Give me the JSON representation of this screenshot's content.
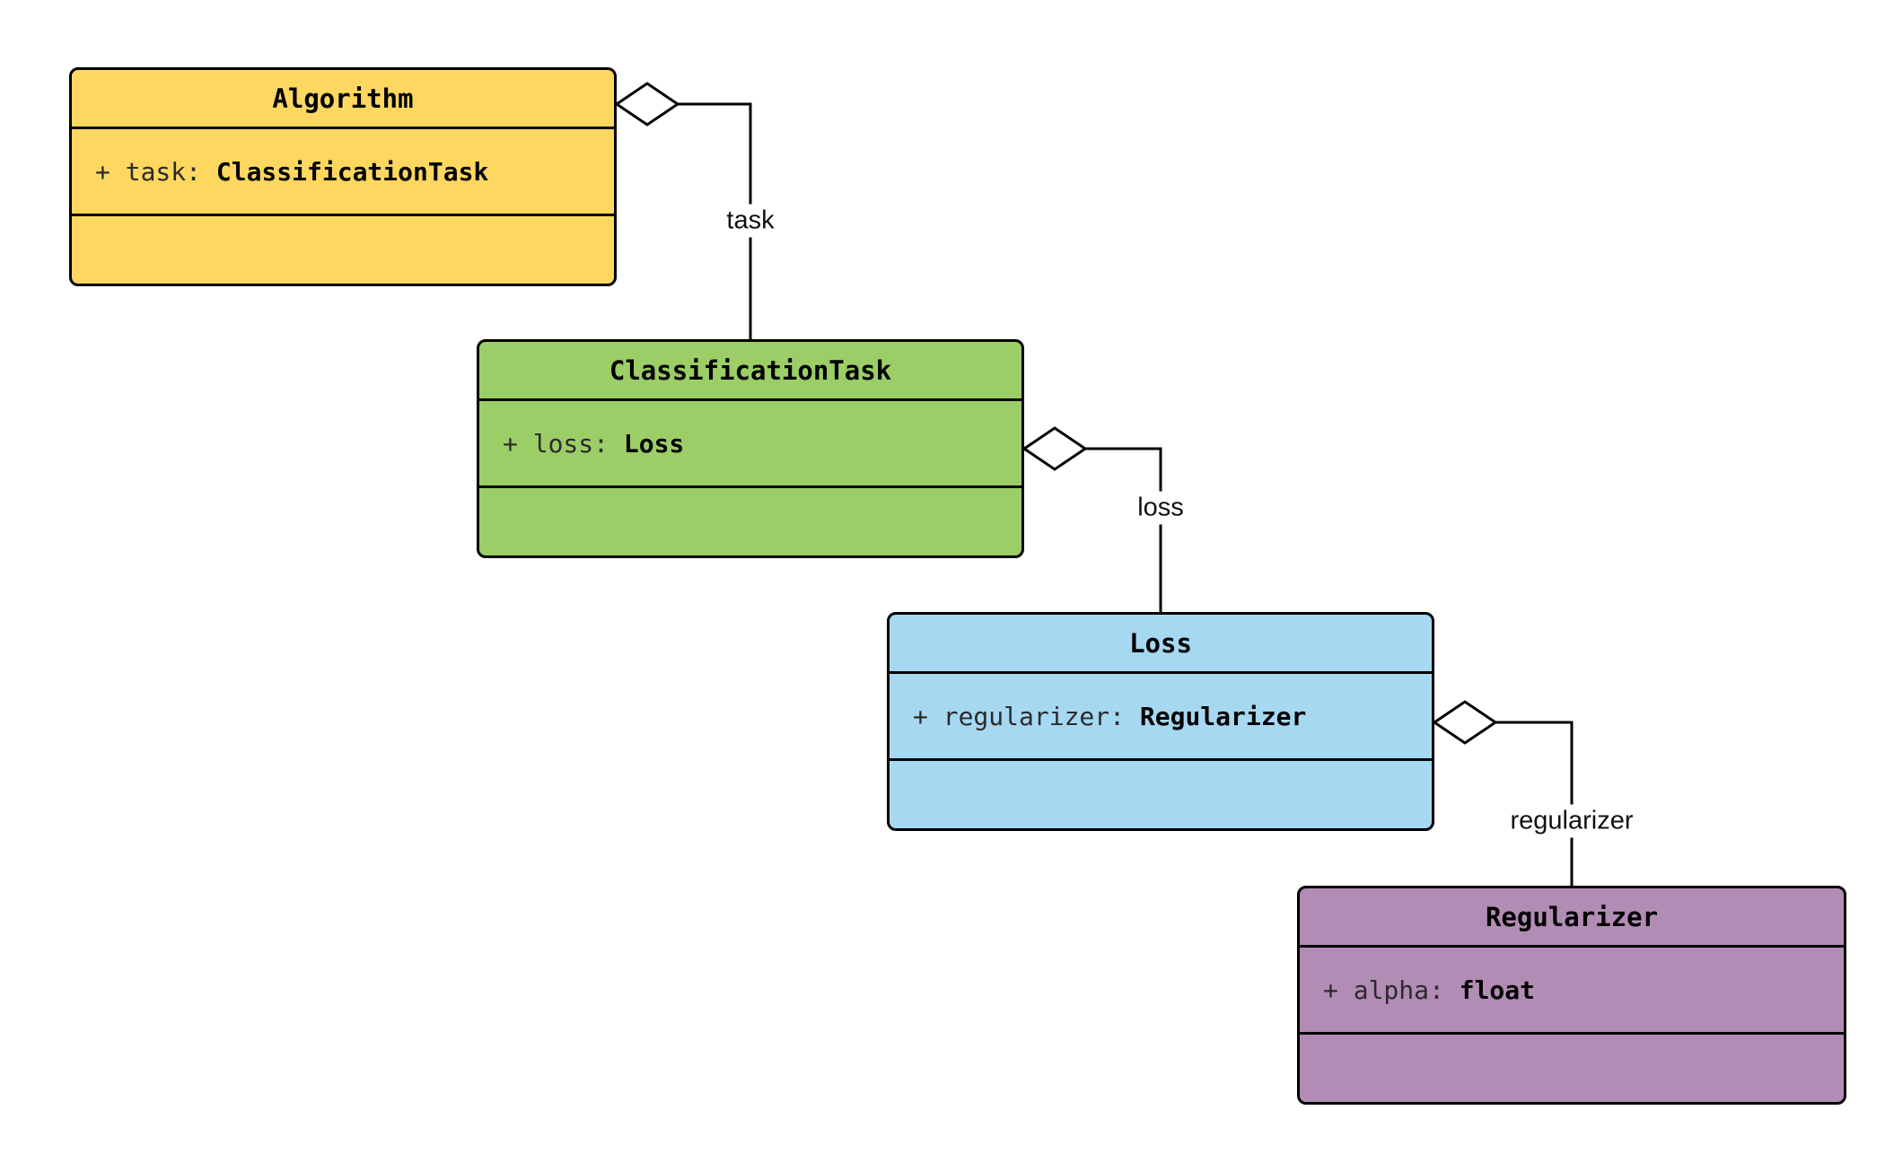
{
  "diagram": {
    "kind": "uml-class-diagram",
    "background_color": "#ffffff",
    "line_color": "#000000",
    "classes": [
      {
        "name": "Algorithm",
        "fill": "#FDD760",
        "attribute": {
          "label": "+ task: ",
          "type": "ClassificationTask"
        }
      },
      {
        "name": "ClassificationTask",
        "fill": "#9BCE67",
        "attribute": {
          "label": "+ loss: ",
          "type": "Loss"
        }
      },
      {
        "name": "Loss",
        "fill": "#A6D8F2",
        "attribute": {
          "label": "+ regularizer: ",
          "type": "Regularizer"
        }
      },
      {
        "name": "Regularizer",
        "fill": "#B18CB5",
        "attribute": {
          "label": "+ alpha: ",
          "type": "float"
        }
      }
    ],
    "edges": [
      {
        "from": "Algorithm",
        "to": "ClassificationTask",
        "label": "task",
        "relation": "aggregation"
      },
      {
        "from": "ClassificationTask",
        "to": "Loss",
        "label": "loss",
        "relation": "aggregation"
      },
      {
        "from": "Loss",
        "to": "Regularizer",
        "label": "regularizer",
        "relation": "aggregation"
      }
    ]
  }
}
